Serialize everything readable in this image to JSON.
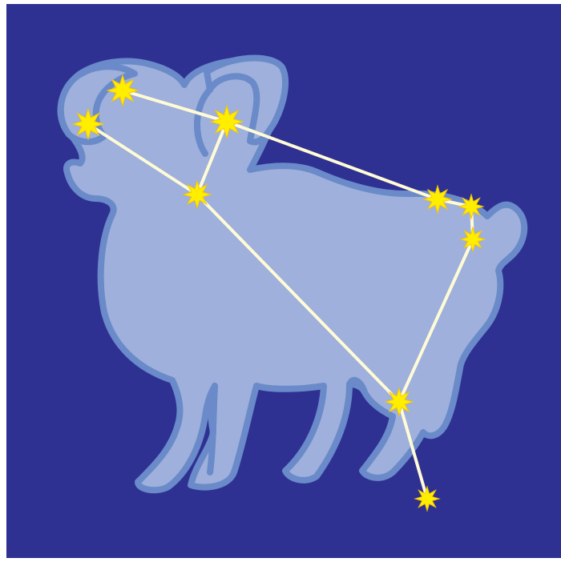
{
  "colors": {
    "page_background": "#ffffff",
    "sky": "#2e3192",
    "silhouette_fill": "#9eb0db",
    "silhouette_outline": "#6a8ac9",
    "line": "#fffbd6",
    "star": "#ffee00",
    "star_outline": "#f7c600"
  },
  "figure": {
    "subject": "ram",
    "icon": "ram-silhouette-icon"
  },
  "stars": [
    {
      "id": "star-1",
      "icon": "star-icon"
    },
    {
      "id": "star-2",
      "icon": "star-icon"
    },
    {
      "id": "star-3",
      "icon": "star-icon"
    },
    {
      "id": "star-4",
      "icon": "star-icon"
    },
    {
      "id": "star-5",
      "icon": "star-icon"
    },
    {
      "id": "star-6",
      "icon": "star-icon"
    },
    {
      "id": "star-7",
      "icon": "star-icon"
    },
    {
      "id": "star-8",
      "icon": "star-icon"
    },
    {
      "id": "star-9",
      "icon": "star-icon"
    }
  ],
  "lines": [
    {
      "from": "star-1",
      "to": "star-3"
    },
    {
      "from": "star-2",
      "to": "star-4"
    },
    {
      "from": "star-3",
      "to": "star-4"
    },
    {
      "from": "star-3",
      "to": "star-5"
    },
    {
      "from": "star-5",
      "to": "star-6"
    },
    {
      "from": "star-6",
      "to": "star-7"
    },
    {
      "from": "star-7",
      "to": "star-8"
    },
    {
      "from": "star-4",
      "to": "star-8"
    },
    {
      "from": "star-8",
      "to": "star-9"
    }
  ]
}
